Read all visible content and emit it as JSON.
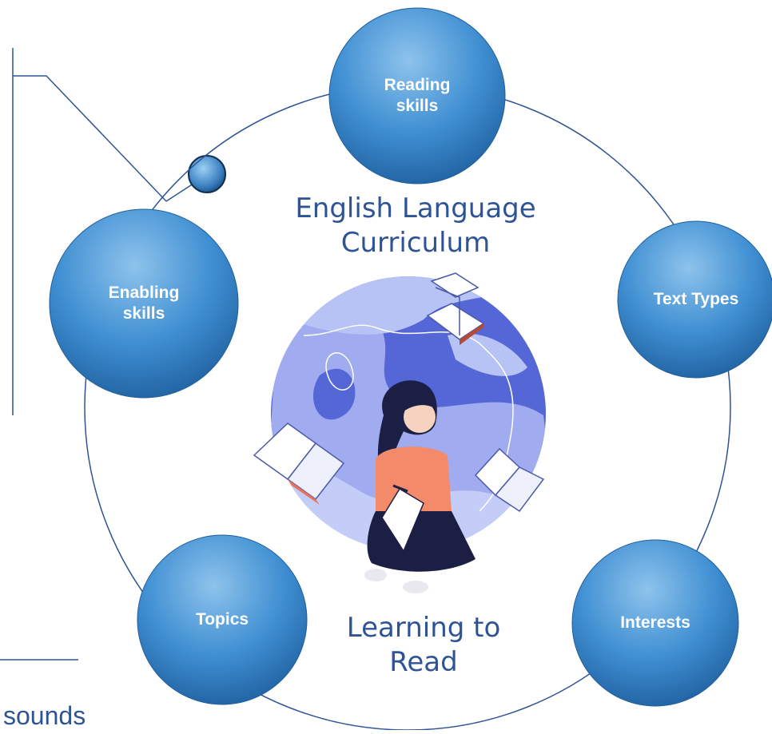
{
  "diagram": {
    "title_top": [
      "English Language",
      "Curriculum"
    ],
    "title_bottom": [
      "Learning to",
      "Read"
    ],
    "nodes": [
      {
        "id": "reading-skills",
        "label": [
          "Reading",
          "skills"
        ]
      },
      {
        "id": "text-types",
        "label": [
          "Text Types"
        ]
      },
      {
        "id": "interests",
        "label": [
          "Interests"
        ]
      },
      {
        "id": "topics",
        "label": [
          "Topics"
        ]
      },
      {
        "id": "enabling-skills",
        "label": [
          "Enabling",
          "skills"
        ]
      }
    ],
    "partial_text": "sounds"
  },
  "colors": {
    "node_light": "#8ec3ec",
    "node_mid": "#3f8fd2",
    "node_dark": "#1f5f9e",
    "outline": "#2f5496",
    "title": "#2f5496",
    "globe_land": "#b7c2f5",
    "globe_sea": "#5566d6"
  }
}
